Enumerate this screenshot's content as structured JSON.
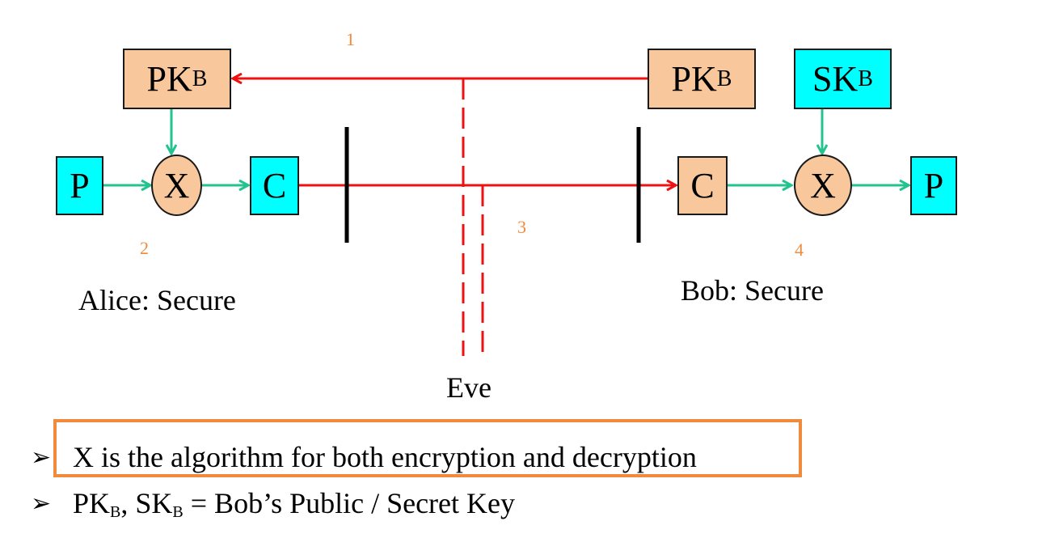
{
  "steps": {
    "one": "1",
    "two": "2",
    "three": "3",
    "four": "4"
  },
  "alice_side": {
    "pk_box": {
      "main": "PK",
      "sub": "B"
    },
    "plaintext": "P",
    "algorithm": "X",
    "ciphertext": "C",
    "caption": "Alice: Secure"
  },
  "bob_side": {
    "pk_box": {
      "main": "PK",
      "sub": "B"
    },
    "sk_box": {
      "main": "SK",
      "sub": "B"
    },
    "ciphertext": "C",
    "algorithm": "X",
    "plaintext": "P",
    "caption": "Bob: Secure"
  },
  "eve": {
    "label": "Eve"
  },
  "notes": [
    {
      "text": "X is the algorithm for both encryption and decryption",
      "highlighted": true
    },
    {
      "pk": "PK",
      "pk_sub": "B",
      "sep": ", ",
      "sk": "SK",
      "sk_sub": "B",
      "rest": " = Bob’s Public / Secret Key",
      "highlighted": false
    }
  ],
  "bullet_glyph": "➢",
  "colors": {
    "box_peach": "#f8c89c",
    "box_cyan": "#00ffff",
    "channel_red": "#ee1111",
    "flow_green": "#22c38e",
    "step_orange": "#f28a3c",
    "highlight_orange": "#f08a3c"
  }
}
